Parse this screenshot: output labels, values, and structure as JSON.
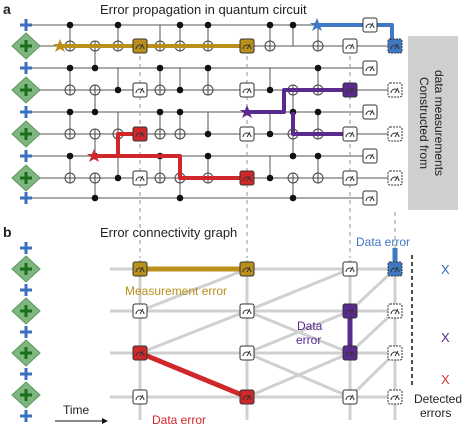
{
  "panel_a": {
    "letter": "a",
    "title": "Error propagation in quantum circuit",
    "side_label_line1": "Constructed from",
    "side_label_line2": "data measurements"
  },
  "panel_b": {
    "letter": "b",
    "title": "Error connectivity graph",
    "labels": {
      "data_error_top": "Data error",
      "measurement_error": "Measurement error",
      "data_error_mid_line1": "Data",
      "data_error_mid_line2": "error",
      "data_error_bottom": "Data error",
      "time": "Time",
      "detected_line1": "Detected",
      "detected_line2": "errors"
    },
    "detected_marks": [
      {
        "symbol": "X",
        "color": "#2f6db5"
      },
      {
        "symbol": "X",
        "color": "#5b2a8e"
      },
      {
        "symbol": "X",
        "color": "#d63a2f"
      }
    ]
  },
  "colors": {
    "gold": "#b8901a",
    "purple": "#5b2a8e",
    "red": "#d0282a",
    "blue": "#3f78c4",
    "qubit_green": "#7fb57f",
    "data_qubit_blue": "#5a8fd6",
    "grey_panel": "#cfcfcf"
  }
}
